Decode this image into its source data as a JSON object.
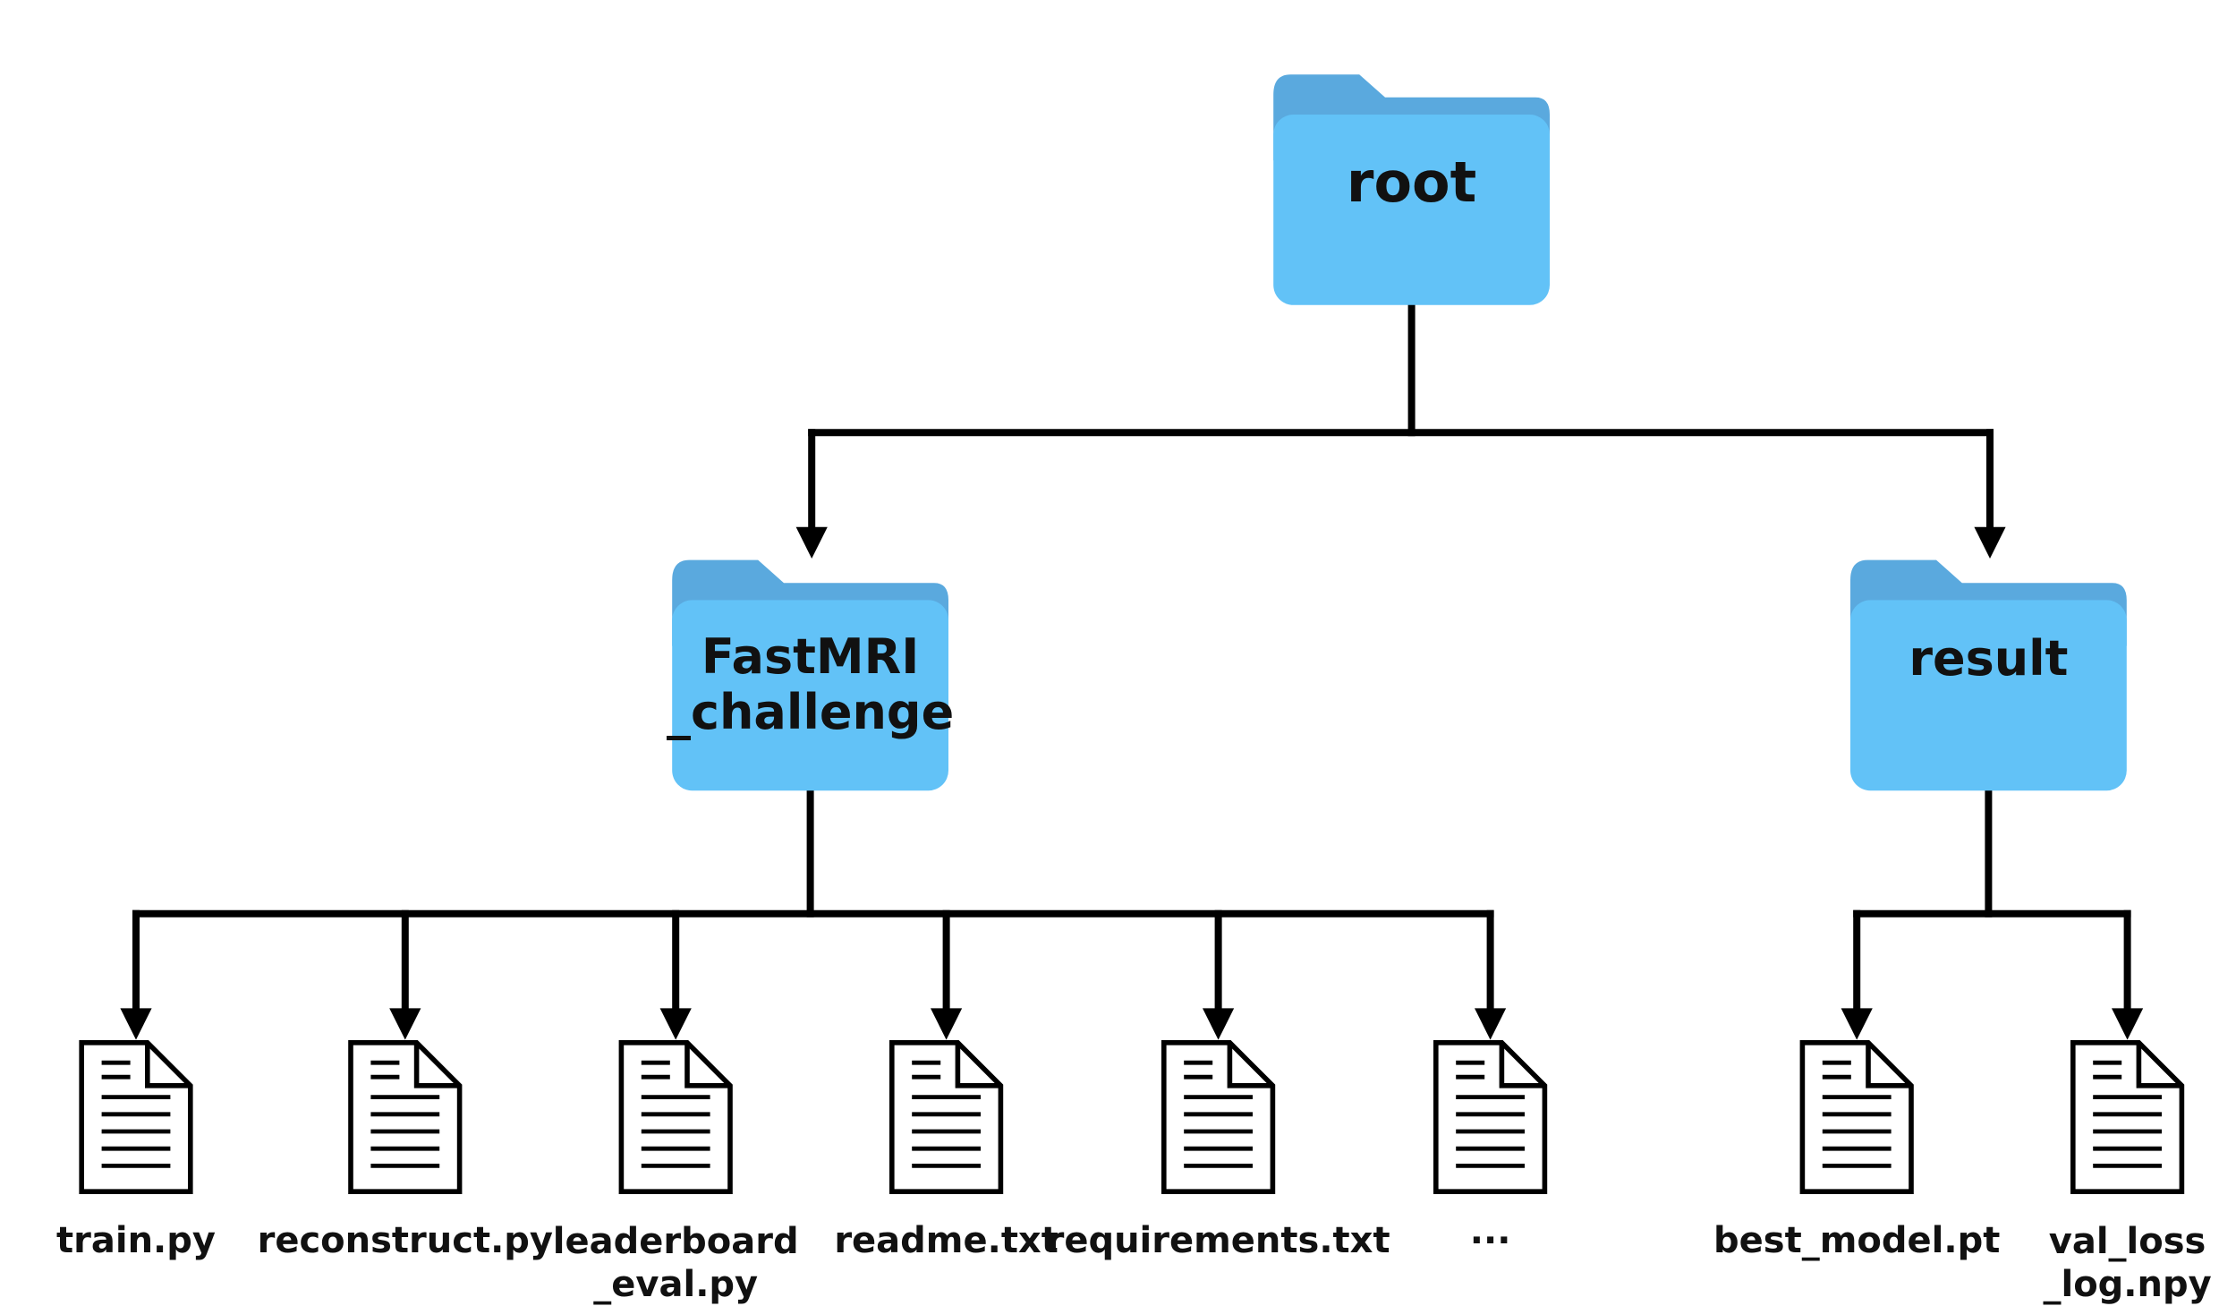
{
  "colors": {
    "folder_front": "#62c2f7",
    "folder_tab": "#5aa9de",
    "line": "#000000",
    "doc_fill": "#ffffff",
    "doc_stroke": "#000000"
  },
  "tree": {
    "root": {
      "label": "root",
      "icon": "folder-icon",
      "children": [
        {
          "label": "FastMRI\n_challenge",
          "icon": "folder-icon",
          "children": [
            {
              "label": "train.py",
              "icon": "document-icon"
            },
            {
              "label": "reconstruct.py",
              "icon": "document-icon"
            },
            {
              "label": "leaderboard\n_eval.py",
              "icon": "document-icon"
            },
            {
              "label": "readme.txt",
              "icon": "document-icon"
            },
            {
              "label": "requirements.txt",
              "icon": "document-icon"
            },
            {
              "label": "···",
              "icon": "document-icon"
            }
          ]
        },
        {
          "label": "result",
          "icon": "folder-icon",
          "children": [
            {
              "label": "best_model.pt",
              "icon": "document-icon"
            },
            {
              "label": "val_loss\n_log.npy",
              "icon": "document-icon"
            }
          ]
        }
      ]
    }
  }
}
